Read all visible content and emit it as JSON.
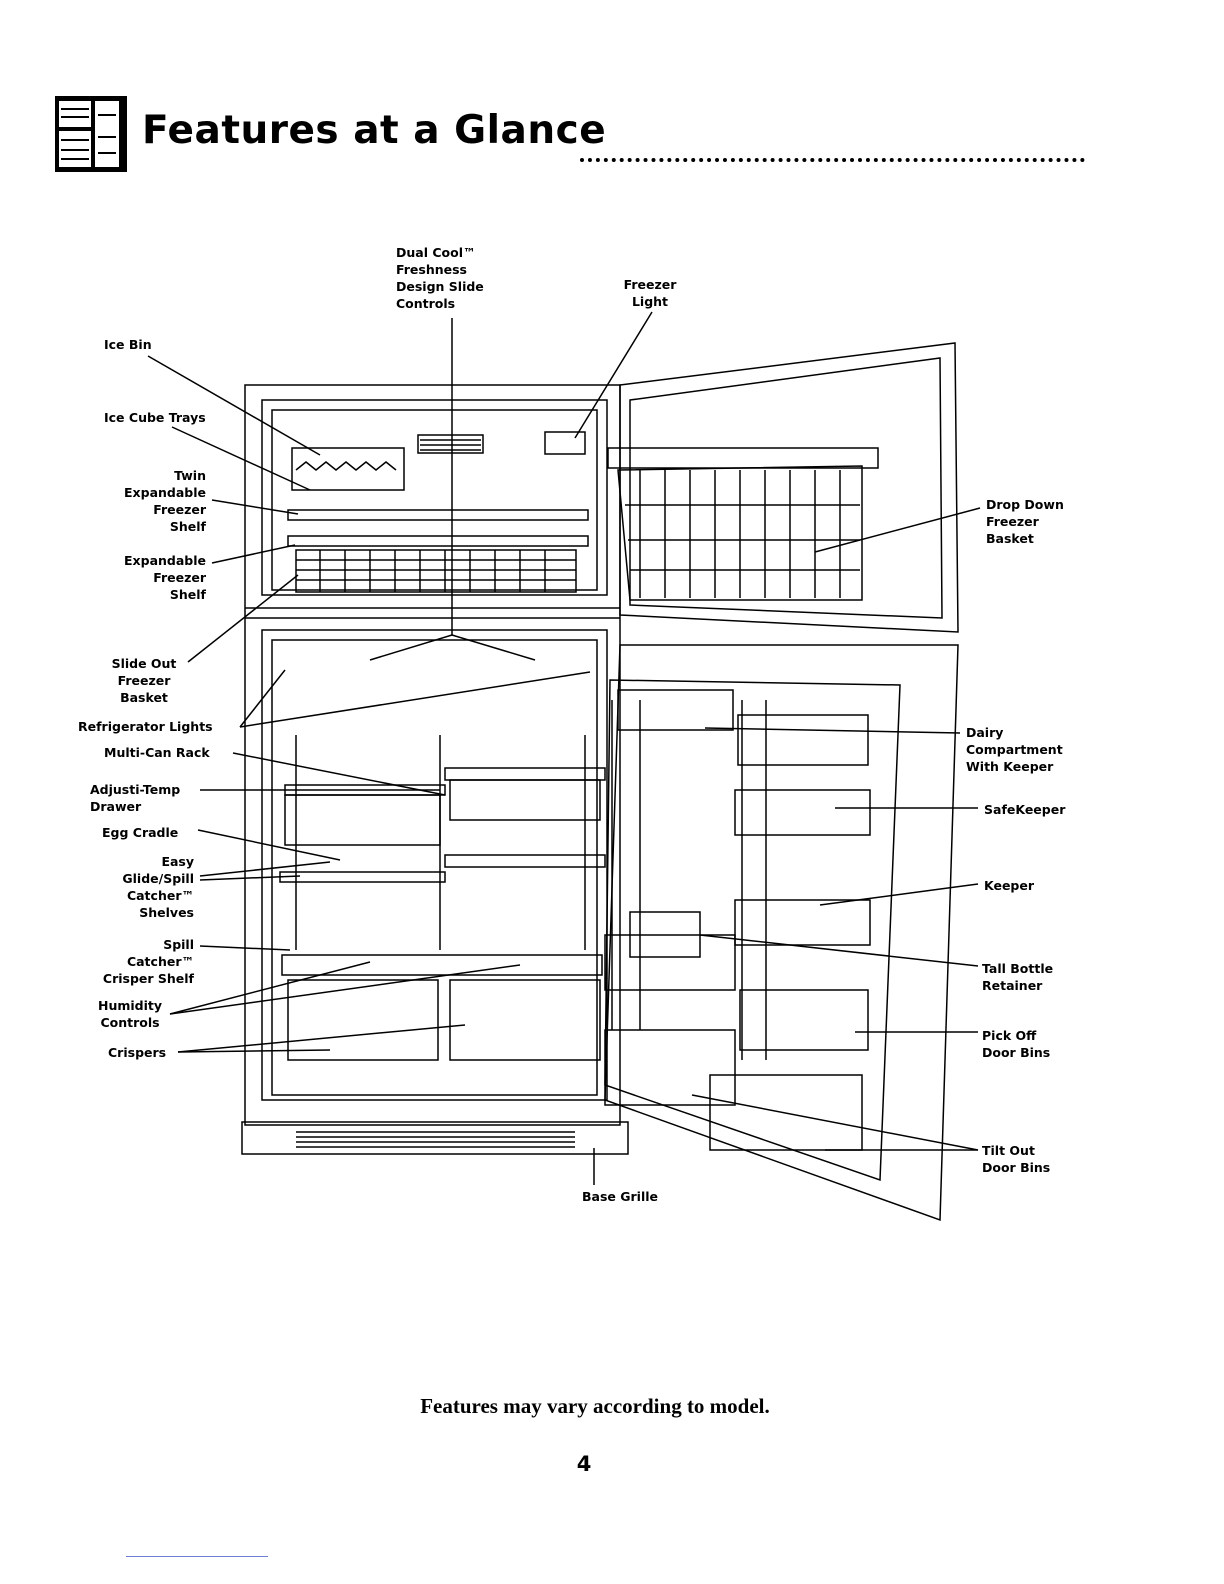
{
  "header": {
    "title": "Features at a Glance",
    "icon": "refrigerator-icon"
  },
  "labels": {
    "dual_cool": "Dual Cool™\nFreshness\nDesign Slide\nControls",
    "freezer_light": "Freezer\nLight",
    "ice_bin": "Ice Bin",
    "ice_cube_trays": "Ice Cube Trays",
    "twin_expandable_freezer_shelf": "Twin\nExpandable\nFreezer\nShelf",
    "expandable_freezer_shelf": "Expandable\nFreezer\nShelf",
    "slide_out_freezer_basket": "Slide Out\nFreezer\nBasket",
    "refrigerator_lights": "Refrigerator Lights",
    "multi_can_rack": "Multi-Can Rack",
    "adjusti_temp_drawer": "Adjusti-Temp\nDrawer",
    "egg_cradle": "Egg Cradle",
    "easy_glide_shelves": "Easy\nGlide/Spill\nCatcher™\nShelves",
    "spill_catcher_crisper_shelf": "Spill\nCatcher™\nCrisper Shelf",
    "humidity_controls": "Humidity\nControls",
    "crispers": "Crispers",
    "base_grille": "Base Grille",
    "drop_down_freezer_basket": "Drop Down\nFreezer\nBasket",
    "dairy_compartment": "Dairy\nCompartment\nWith Keeper",
    "safekeeper": "SafeKeeper",
    "keeper": "Keeper",
    "tall_bottle_retainer": "Tall Bottle\nRetainer",
    "pick_off_door_bins": "Pick Off\nDoor Bins",
    "tilt_out_door_bins": "Tilt Out\nDoor Bins"
  },
  "footer": {
    "note": "Features may vary according to model.",
    "page_number": "4"
  }
}
